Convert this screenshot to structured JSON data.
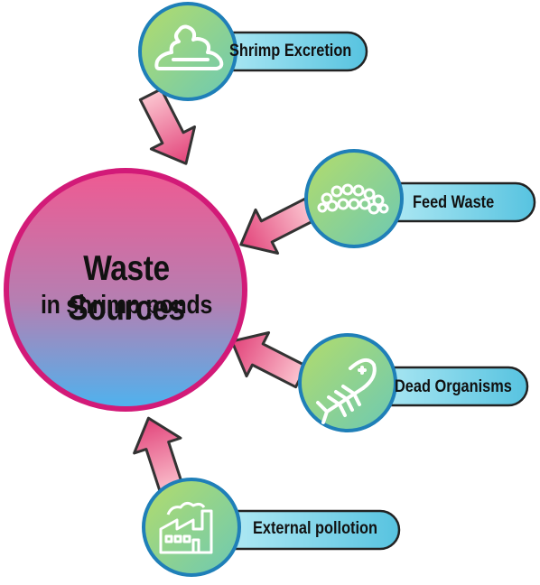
{
  "main": {
    "title": "Waste Sources",
    "subtitle": "in shrimp ponds"
  },
  "sources": [
    {
      "label": "Shrimp Excretion",
      "icon": "excretion-icon"
    },
    {
      "label": "Feed Waste",
      "icon": "feed-pellets-icon"
    },
    {
      "label": "Dead Organisms",
      "icon": "fish-skeleton-icon"
    },
    {
      "label": "External pollotion",
      "icon": "factory-icon"
    }
  ],
  "colors": {
    "main_top": "#ee5c93",
    "main_bottom": "#4eb1ee",
    "main_border": "#d01b77",
    "node_green": "#9bd56a",
    "node_border": "#1d7fb6",
    "pill_light": "#bff0f8",
    "pill_dark": "#5cc6e2",
    "arrow_light": "#f9b7c6",
    "arrow_dark": "#e44c7c"
  }
}
